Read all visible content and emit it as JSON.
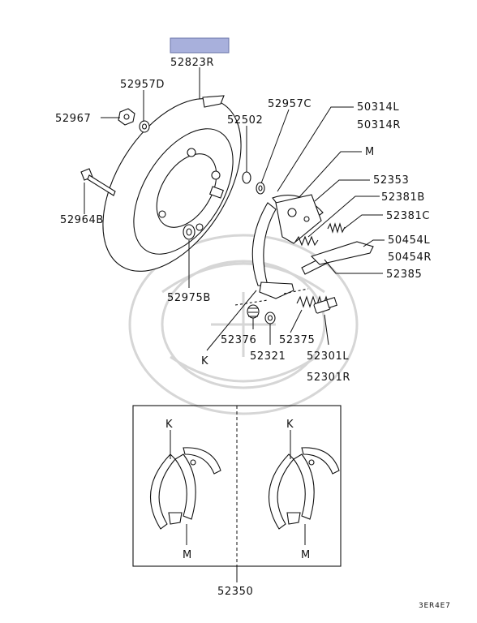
{
  "labels": {
    "p52823R": "52823R",
    "p52957D": "52957D",
    "p52967": "52967",
    "p52957C": "52957C",
    "p50314L": "50314L",
    "p50314R": "50314R",
    "p52502": "52502",
    "pM_top": "M",
    "p52964B": "52964B",
    "p52353": "52353",
    "p52381B": "52381B",
    "p52381C": "52381C",
    "p50454L": "50454L",
    "p50454R": "50454R",
    "p52385": "52385",
    "p52975B": "52975B",
    "p52376": "52376",
    "p52375": "52375",
    "pK_main": "K",
    "p52321": "52321",
    "p52301L": "52301L",
    "p52301R": "52301R",
    "pK_left": "K",
    "pK_right": "K",
    "pM_left": "M",
    "pM_right": "M",
    "p52350": "52350",
    "code": "3ER4E7"
  },
  "colors": {
    "highlight": "#a8b0dc",
    "ink": "#111111"
  }
}
